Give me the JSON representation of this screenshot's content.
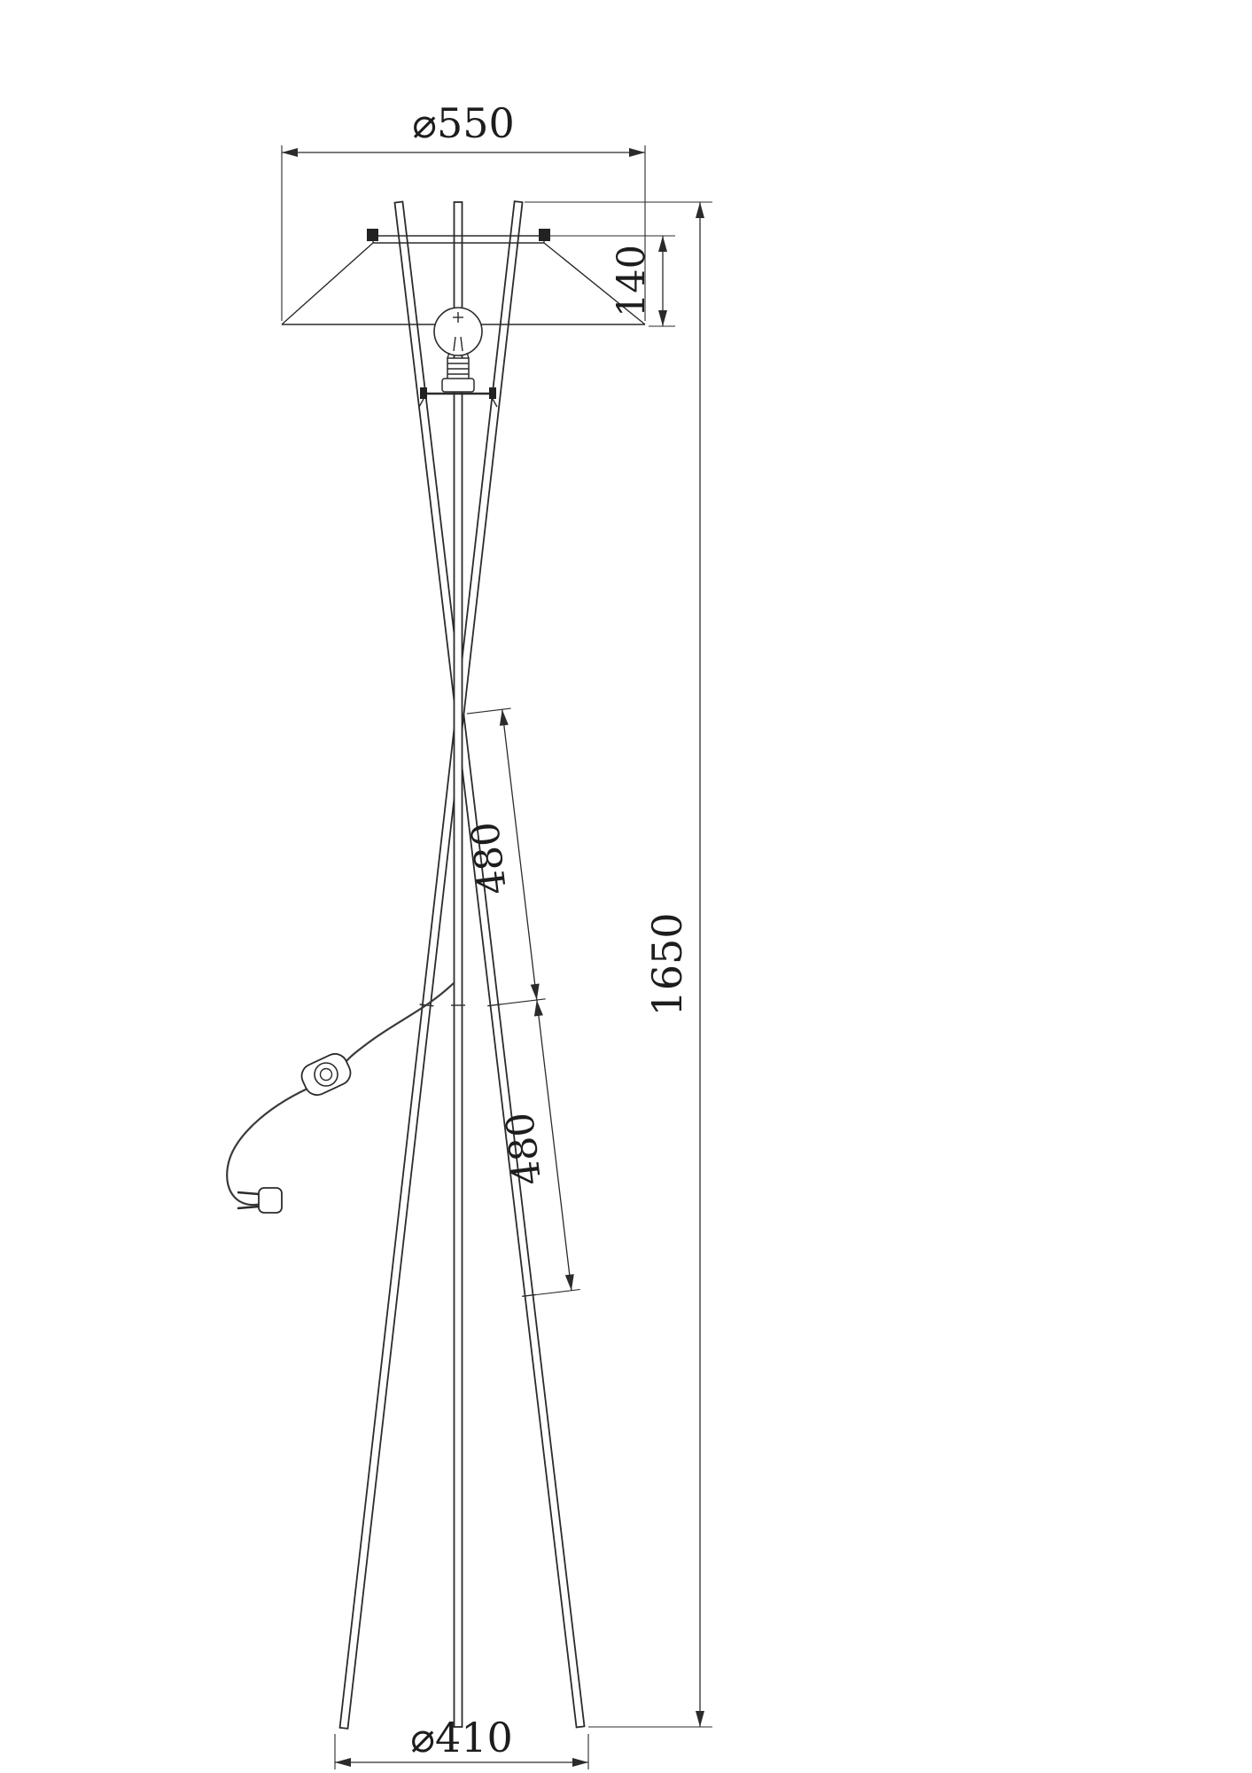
{
  "drawing": {
    "type": "technical-dimension-drawing",
    "subject": "tripod floor lamp",
    "line_color": "#2b2b2b",
    "background_color": "#ffffff",
    "dimensions": {
      "shade_diameter": "⌀550",
      "shade_height": "140",
      "total_height": "1650",
      "leg_segment_upper": "480",
      "leg_segment_lower": "480",
      "base_diameter": "⌀410"
    }
  }
}
